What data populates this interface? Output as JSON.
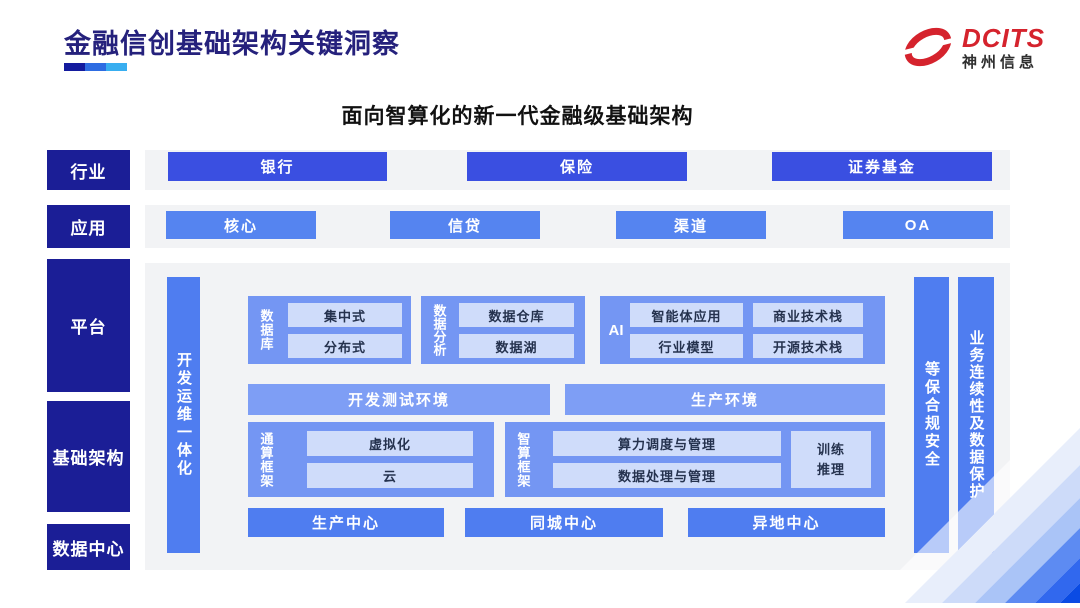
{
  "header": {
    "title": "金融信创基础架构关键洞察",
    "logo": {
      "brand": "DCITS",
      "company": "神州信息"
    }
  },
  "diagram": {
    "title": "面向智算化的新一代金融级基础架构"
  },
  "sidebar": {
    "items": [
      {
        "label": "行业"
      },
      {
        "label": "应用"
      },
      {
        "label": "平台"
      },
      {
        "label": "基础架构"
      },
      {
        "label": "数据中心"
      }
    ]
  },
  "industry": {
    "items": [
      "银行",
      "保险",
      "证券基金"
    ]
  },
  "application": {
    "items": [
      "核心",
      "信贷",
      "渠道",
      "OA"
    ]
  },
  "platform": {
    "devops": "开发运维一体化",
    "security": "等保合规安全",
    "continuity": "业务连续性及数据保护",
    "database": {
      "label": "数据库",
      "items": [
        "集中式",
        "分布式"
      ]
    },
    "analytics": {
      "label": "数据分析",
      "items": [
        "数据仓库",
        "数据湖"
      ]
    },
    "ai": {
      "label": "AI",
      "items": [
        "智能体应用",
        "商业技术栈",
        "行业模型",
        "开源技术栈"
      ]
    },
    "environments": {
      "dev_test": "开发测试环境",
      "production": "生产环境"
    },
    "general_compute": {
      "label": "通算框架",
      "items": [
        "虚拟化",
        "云"
      ]
    },
    "ai_compute": {
      "label": "智算框架",
      "items": [
        "算力调度与管理",
        "数据处理与管理"
      ],
      "side": "训练推理"
    },
    "datacenters": [
      "生产中心",
      "同城中心",
      "异地中心"
    ]
  },
  "colors": {
    "navy": "#1b1e96",
    "strong_blue": "#3a4fe1",
    "mid_blue": "#5584f0",
    "bar_blue": "#4f7df0",
    "group_blue": "#7496f3",
    "chip_bg": "#cfdcfa",
    "brand_red": "#d5232d",
    "strip_gray": "#f2f3f5"
  }
}
